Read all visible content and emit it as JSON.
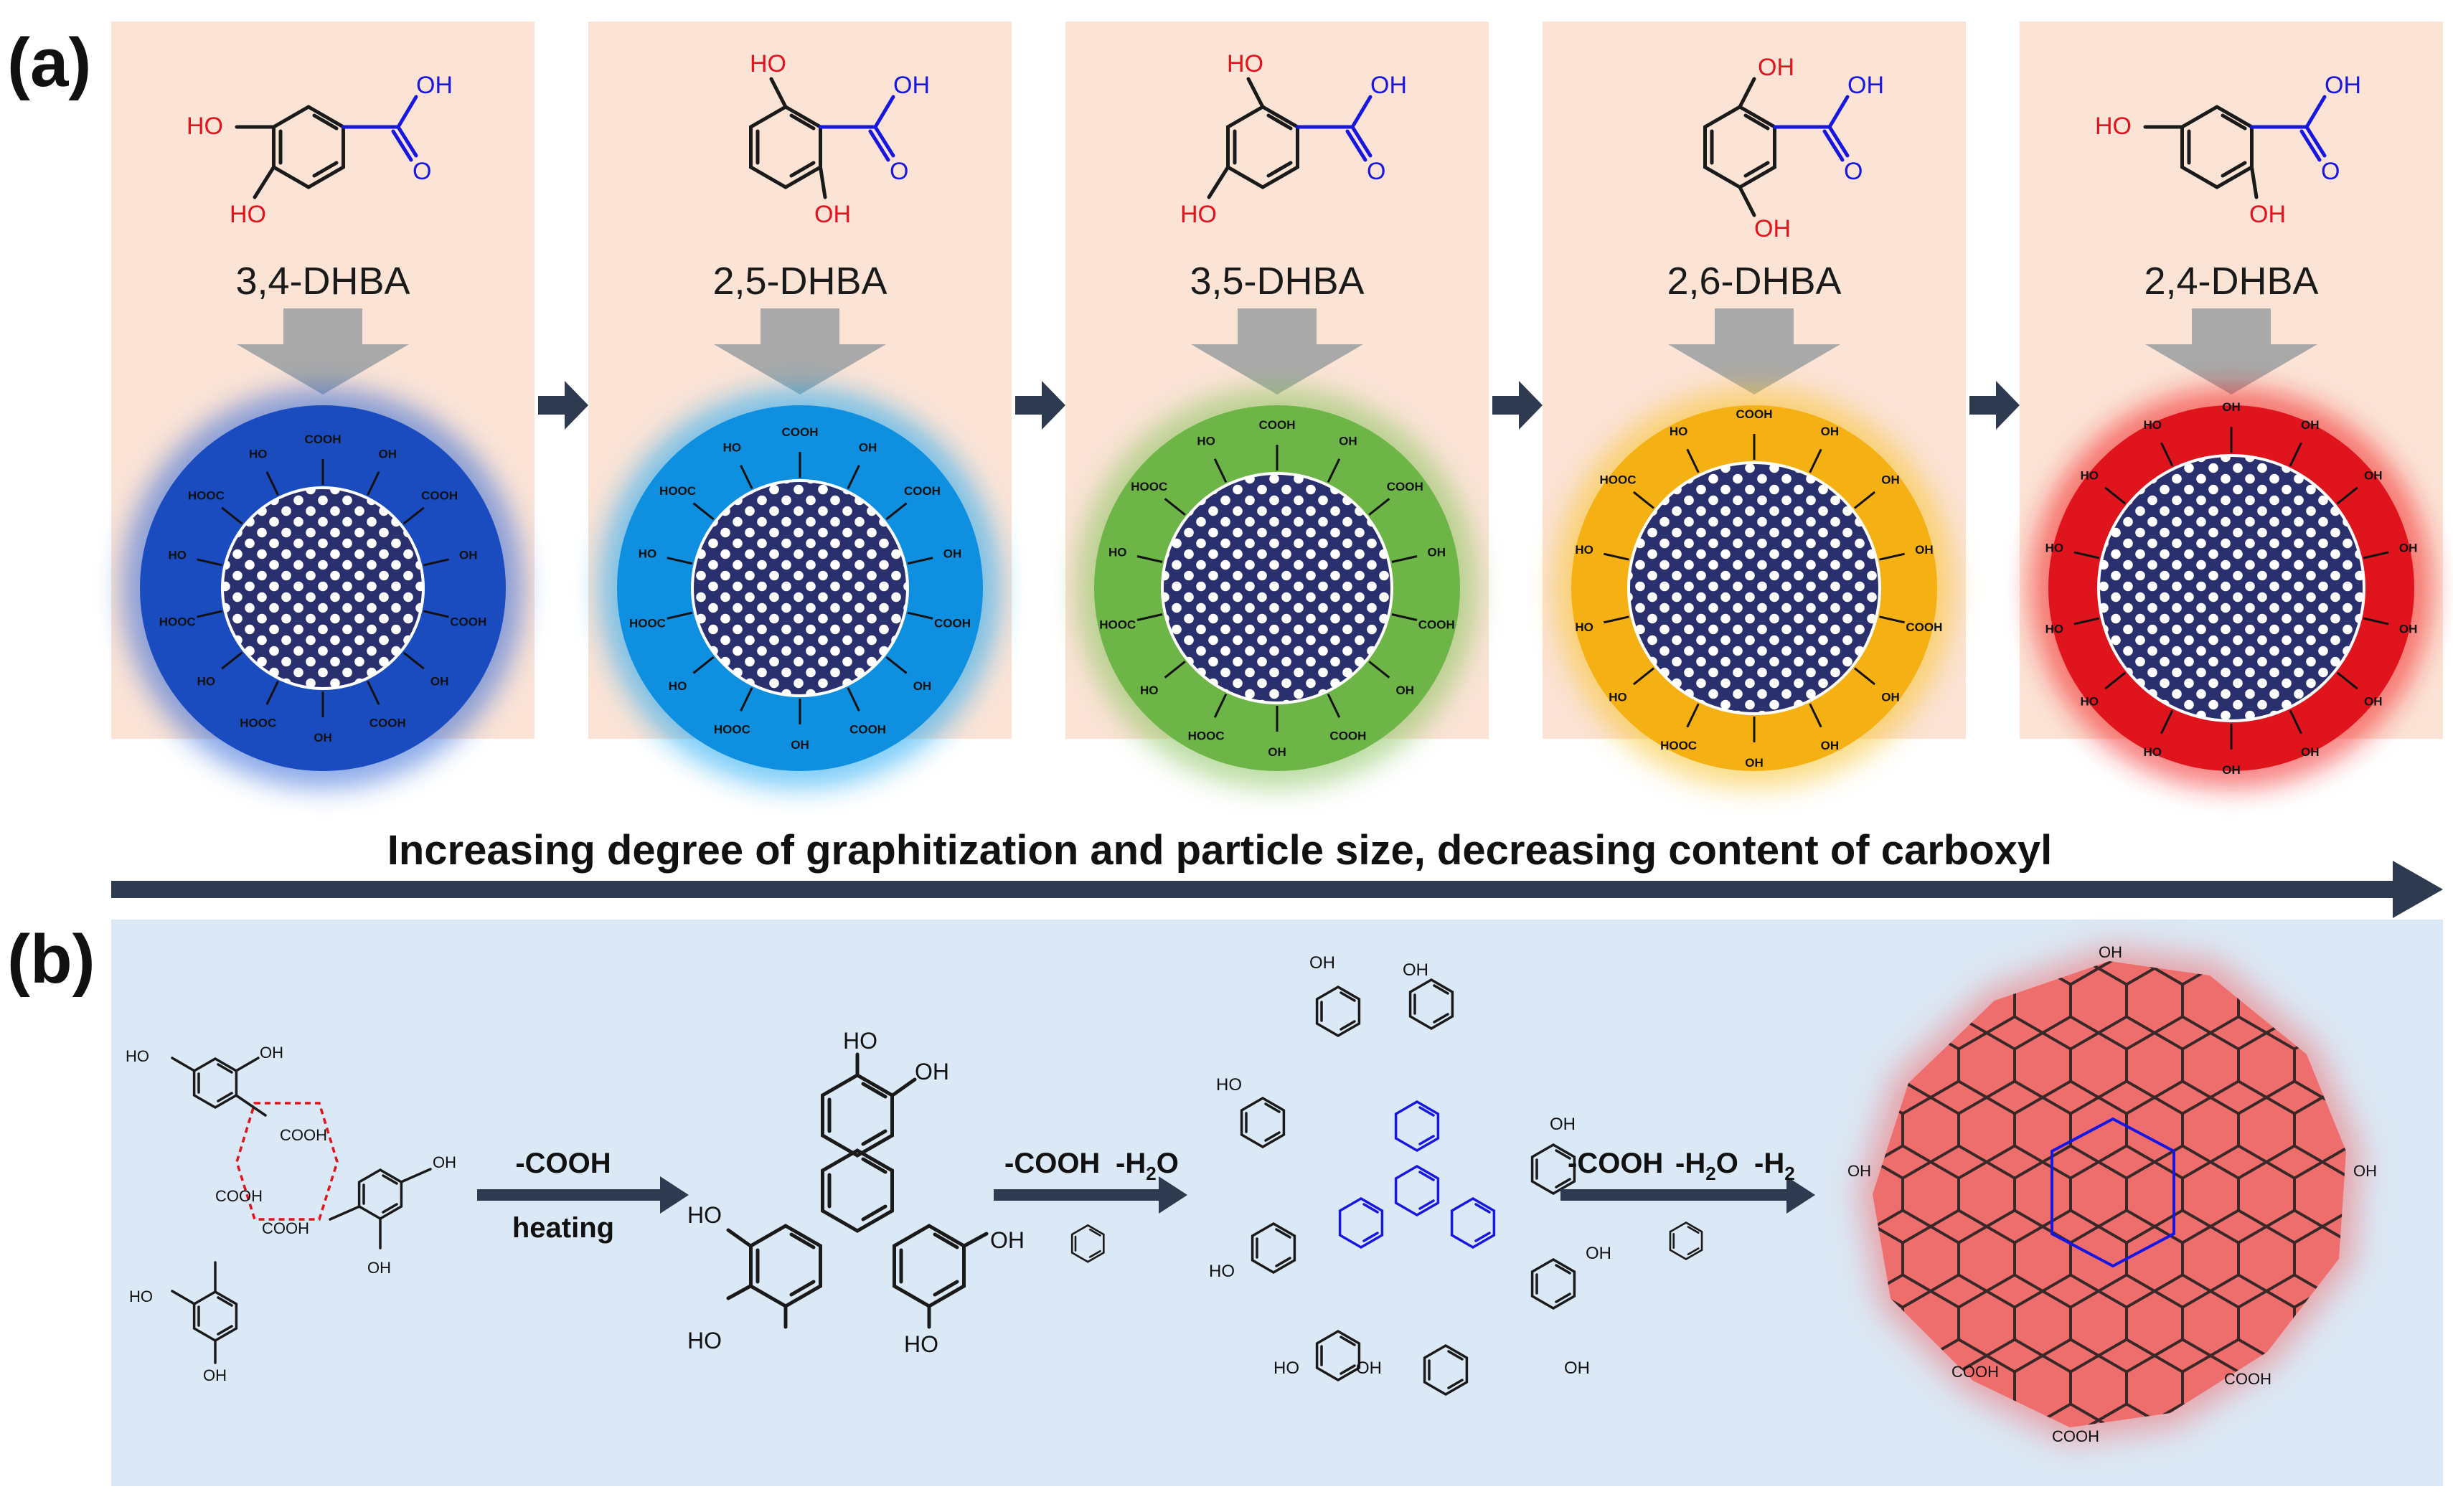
{
  "panel_a": {
    "label": "(a)",
    "molecules": [
      {
        "name": "3,4-DHBA",
        "glow": "#2d66d6",
        "outer": "#1a4cc0"
      },
      {
        "name": "2,5-DHBA",
        "glow": "#18a6f2",
        "outer": "#0f8fe0"
      },
      {
        "name": "3,5-DHBA",
        "glow": "#86c25a",
        "outer": "#6cb546"
      },
      {
        "name": "2,6-DHBA",
        "glow": "#f8c22c",
        "outer": "#f5b013"
      },
      {
        "name": "2,4-DHBA",
        "glow": "#f21c1c",
        "outer": "#e0141c"
      }
    ],
    "oh": "OH",
    "ho": "HO",
    "o": "O",
    "cooh": "COOH",
    "hooc": "HOOC",
    "banner": "Increasing degree of graphitization and particle size, decreasing content of carboxyl"
  },
  "panel_b": {
    "label": "(b)",
    "step1_top": "-COOH",
    "step1_bottom": "heating",
    "step2_a": "-COOH",
    "step2_b": "-H",
    "step2_b_sub": "2",
    "step2_b_tail": "O",
    "step3_a": "-COOH",
    "step3_b": "-H",
    "step3_b_sub": "2",
    "step3_b_tail": "O",
    "step3_c": "-H",
    "step3_c_sub": "2",
    "oh": "OH",
    "ho": "HO",
    "cooh": "COOH"
  },
  "colors": {
    "panel_a_bg": "#fbe3d6",
    "panel_b_bg": "#dbe8f5",
    "arrow": "#2e3a4f",
    "down_arrow": "#a9a9a9",
    "core_hex": "#2a2f6e"
  }
}
